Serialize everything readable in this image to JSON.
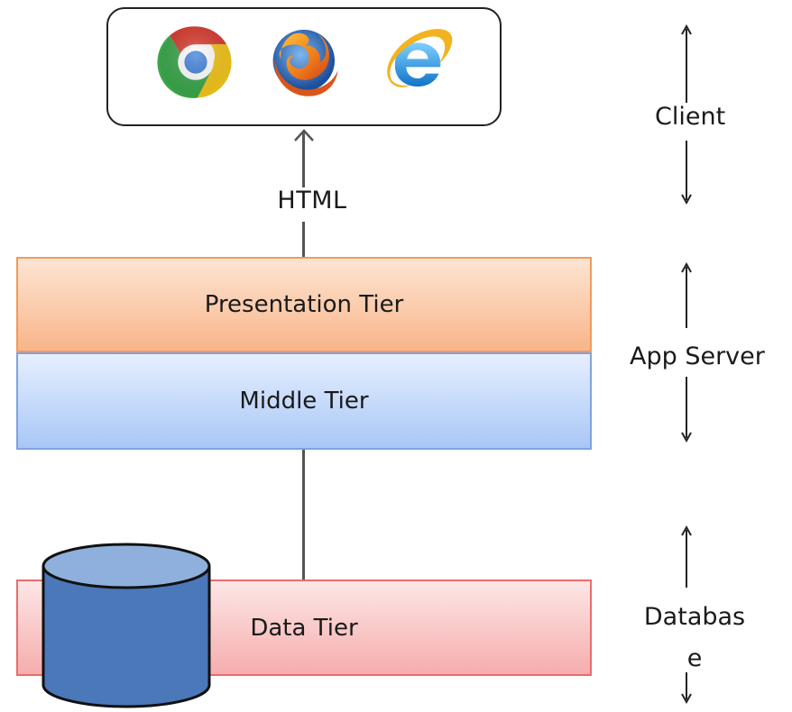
{
  "diagram": {
    "html_label": "HTML",
    "tiers": {
      "presentation": "Presentation Tier",
      "middle": "Middle Tier",
      "data": "Data Tier"
    },
    "side_labels": {
      "client": "Client",
      "app_server": "App Server",
      "database_line1": "Databas",
      "database_line2": "e"
    },
    "icons": [
      "chrome-icon",
      "firefox-icon",
      "internet-explorer-icon",
      "database-cylinder-icon"
    ],
    "colors": {
      "presentation_tier": "#f8b58a",
      "middle_tier": "#a9c7f6",
      "data_tier": "#f6adad",
      "database_cylinder": "#4a78b8"
    }
  }
}
